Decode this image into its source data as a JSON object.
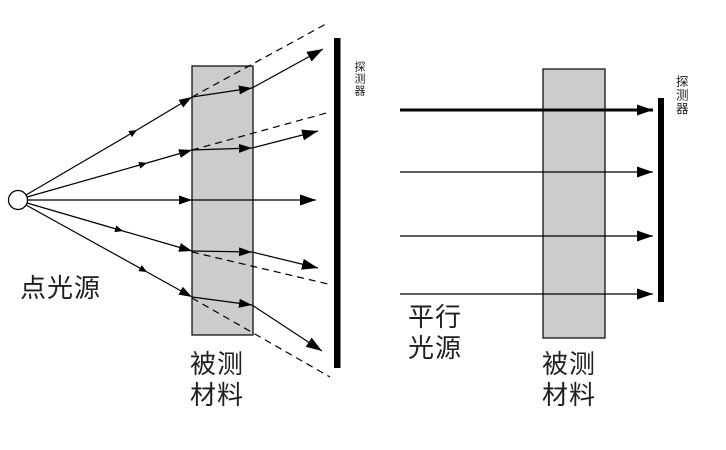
{
  "left_panel": {
    "source_label": "点光源",
    "material_label": "被测\n材料",
    "detector_label": "探测器"
  },
  "right_panel": {
    "source_label": "平行\n光源",
    "material_label": "被测\n材料",
    "detector_label": "探测器"
  },
  "colors": {
    "material_fill": "#cccccc",
    "ink": "#000000",
    "background": "#ffffff"
  }
}
